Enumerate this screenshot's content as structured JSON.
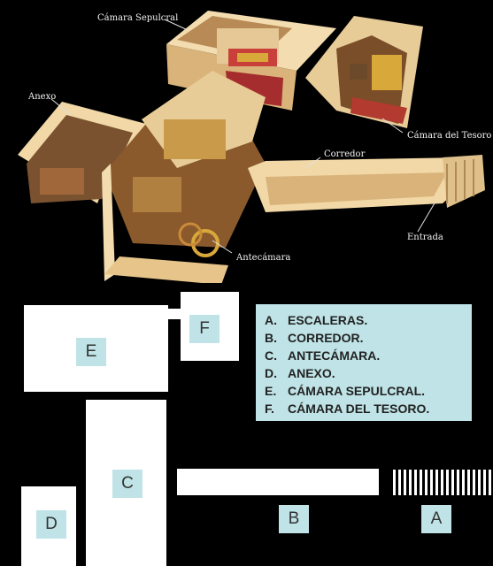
{
  "illustration": {
    "labels": {
      "burial_chamber": "Cámara Sepulcral",
      "annex": "Anexo",
      "treasury": "Cámara del Tesoro",
      "corridor": "Corredor",
      "entrance": "Entrada",
      "antechamber": "Antecámara"
    },
    "colors": {
      "wall_light": "#f3dcb0",
      "wall_mid": "#d9b37a",
      "wall_dark": "#a87a45",
      "floor": "#8a5a2c",
      "gold": "#d9a83a",
      "sarcophagus": "#c9403a",
      "background": "#000000"
    }
  },
  "plan": {
    "tags": {
      "a": "A",
      "b": "B",
      "c": "C",
      "d": "D",
      "e": "E",
      "f": "F"
    },
    "colors": {
      "room": "#ffffff",
      "tag": "#bfe3e6"
    }
  },
  "legend": {
    "items": [
      {
        "letter": "A.",
        "text": "ESCALERAS."
      },
      {
        "letter": "B.",
        "text": "CORREDOR."
      },
      {
        "letter": "C.",
        "text": "ANTECÁMARA."
      },
      {
        "letter": "D.",
        "text": "ANEXO."
      },
      {
        "letter": "E.",
        "text": "CÁMARA SEPULCRAL."
      },
      {
        "letter": "F.",
        "text": "CÁMARA DEL TESORO."
      }
    ]
  }
}
